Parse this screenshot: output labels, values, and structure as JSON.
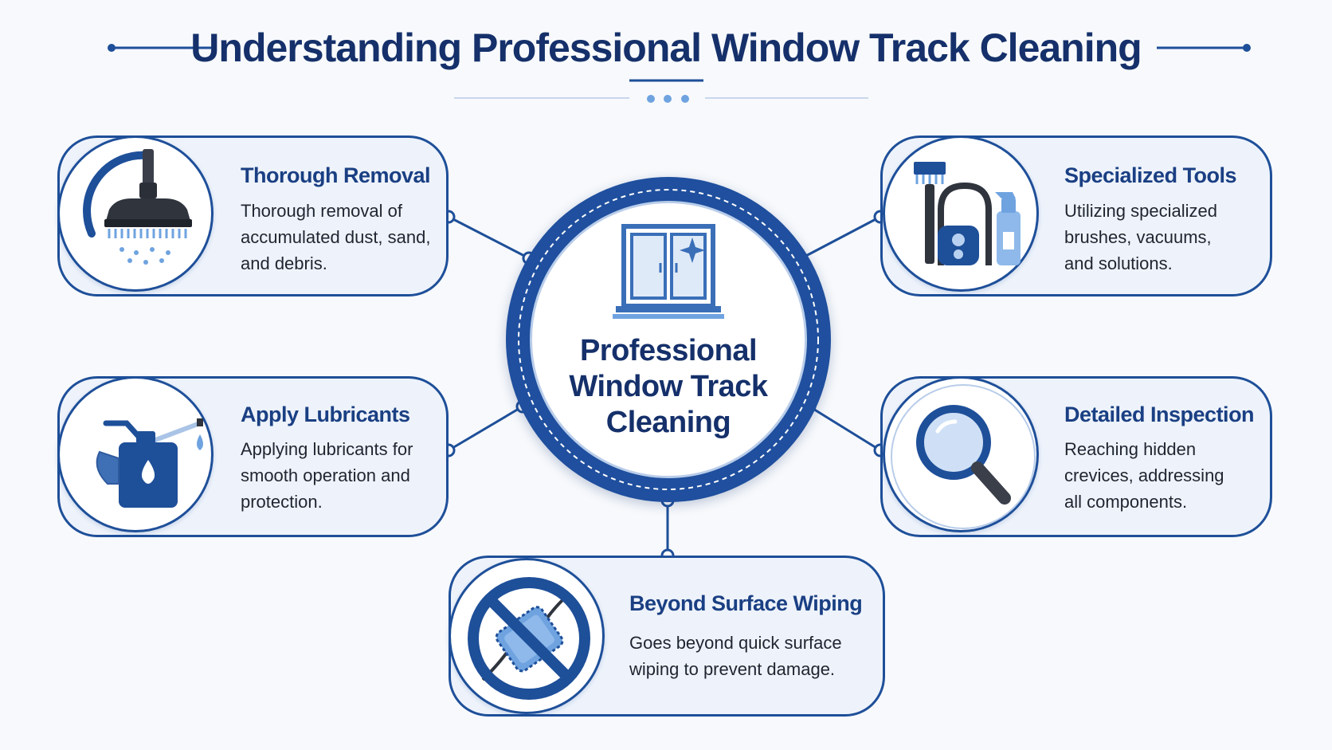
{
  "title": "Understanding Professional Window Track Cleaning",
  "center": {
    "label": "Professional\nWindow Track\nCleaning",
    "icon": "window-sparkle-icon"
  },
  "cards": {
    "thorough_removal": {
      "title": "Thorough Removal",
      "description": "Thorough removal of\naccumulated dust, sand,\nand debris.",
      "icon": "vacuum-brush-icon"
    },
    "specialized_tools": {
      "title": "Specialized Tools",
      "description": "Utilizing specialized\nbrushes, vacuums,\nand solutions.",
      "icon": "cleaning-tools-icon"
    },
    "apply_lubricants": {
      "title": "Apply Lubricants",
      "description": "Applying lubricants for\nsmooth operation and\nprotection.",
      "icon": "oil-can-icon"
    },
    "detailed_inspection": {
      "title": "Detailed Inspection",
      "description": "Reaching hidden\ncrevices, addressing\nall components.",
      "icon": "magnifier-icon"
    },
    "beyond_surface": {
      "title": "Beyond Surface Wiping",
      "description": "Goes beyond quick surface\nwiping to prevent damage.",
      "icon": "no-wipe-icon"
    }
  },
  "colors": {
    "primary": "#1e4f99",
    "dark": "#15306a",
    "light": "#eef3fb",
    "accent": "#6fa3e0"
  }
}
